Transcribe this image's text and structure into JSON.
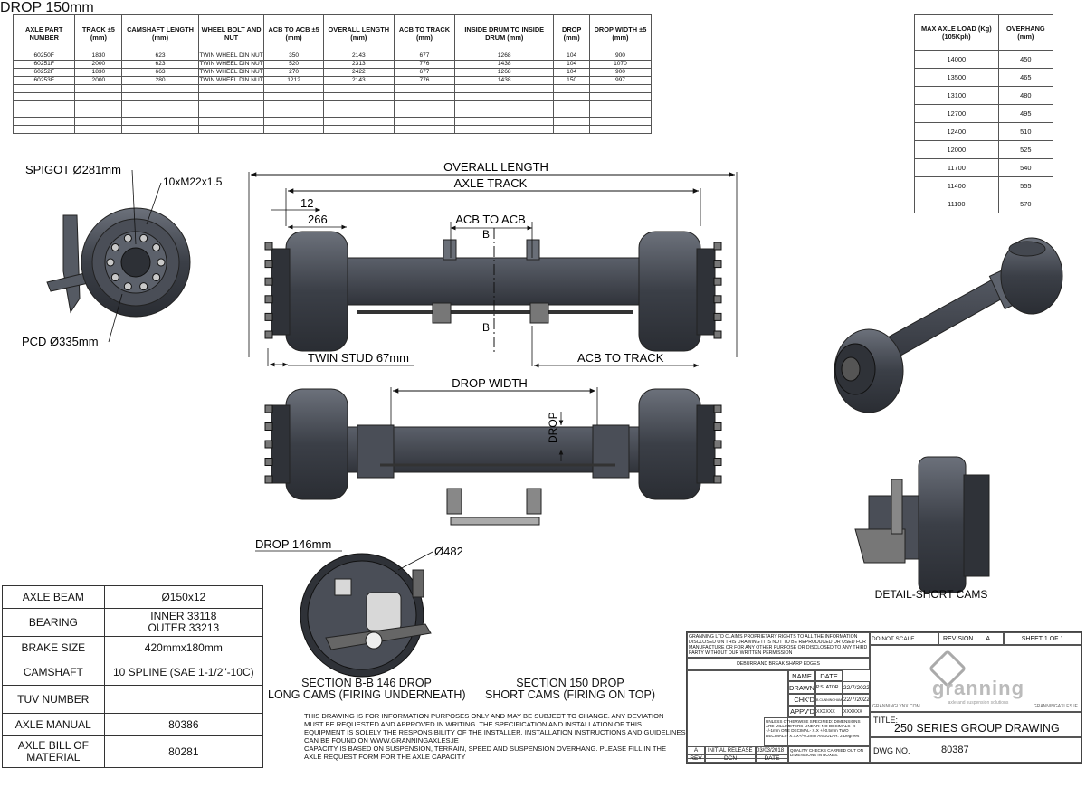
{
  "parts_table": {
    "headers": [
      "AXLE PART NUMBER",
      "TRACK ±5 (mm)",
      "CAMSHAFT LENGTH (mm)",
      "WHEEL BOLT AND NUT",
      "ACB TO ACB ±5 (mm)",
      "OVERALL LENGTH (mm)",
      "ACB TO TRACK (mm)",
      "INSIDE DRUM TO INSIDE DRUM (mm)",
      "DROP (mm)",
      "DROP WIDTH ±5 (mm)"
    ],
    "rows": [
      [
        "60250F",
        "1830",
        "623",
        "TWIN WHEEL DIN NUT",
        "350",
        "2143",
        "677",
        "1268",
        "104",
        "900"
      ],
      [
        "60251F",
        "2000",
        "623",
        "TWIN WHEEL DIN NUT",
        "520",
        "2313",
        "776",
        "1438",
        "104",
        "1070"
      ],
      [
        "60252F",
        "1830",
        "663",
        "TWIN WHEEL DIN NUT",
        "270",
        "2422",
        "677",
        "1268",
        "104",
        "900"
      ],
      [
        "60253F",
        "2000",
        "280",
        "TWIN WHEEL DIN NUT",
        "1212",
        "2143",
        "776",
        "1438",
        "150",
        "997"
      ]
    ]
  },
  "load_table": {
    "headers": [
      "MAX AXLE LOAD (Kg) (105Kph)",
      "OVERHANG (mm)"
    ],
    "rows": [
      [
        "14000",
        "450"
      ],
      [
        "13500",
        "465"
      ],
      [
        "13100",
        "480"
      ],
      [
        "12700",
        "495"
      ],
      [
        "12400",
        "510"
      ],
      [
        "12000",
        "525"
      ],
      [
        "11700",
        "540"
      ],
      [
        "11400",
        "555"
      ],
      [
        "11100",
        "570"
      ]
    ]
  },
  "spec_table": {
    "rows": [
      [
        "AXLE BEAM",
        "Ø150x12"
      ],
      [
        "BEARING",
        "INNER 33118\nOUTER 33213"
      ],
      [
        "BRAKE SIZE",
        "420mmx180mm"
      ],
      [
        "CAMSHAFT",
        "10 SPLINE (SAE 1-1/2\"-10C)"
      ],
      [
        "TUV NUMBER",
        ""
      ],
      [
        "AXLE MANUAL",
        "80386"
      ],
      [
        "AXLE BILL OF MATERIAL",
        "80281"
      ]
    ]
  },
  "labels": {
    "spigot": "SPIGOT Ø281mm",
    "studs": "10xM22x1.5",
    "pcd": "PCD Ø335mm",
    "overall_length": "OVERALL LENGTH",
    "axle_track": "AXLE TRACK",
    "dim_12": "12",
    "dim_266": "266",
    "acb_to_acb": "ACB TO ACB",
    "section_b": "B",
    "twin_stud": "TWIN STUD 67mm",
    "acb_to_track": "ACB TO TRACK",
    "drop_width": "DROP WIDTH",
    "drop": "DROP",
    "drop_146": "DROP 146mm",
    "diameter_482": "Ø482",
    "drop_150": "DROP 150mm",
    "section_bb_1": "SECTION B-B 146 DROP",
    "section_bb_2": "LONG CAMS (FIRING UNDERNEATH)",
    "section_150_1": "SECTION 150 DROP",
    "section_150_2": "SHORT CAMS (FIRING ON TOP)",
    "detail_short_cams": "DETAIL-SHORT CAMS"
  },
  "note_lines": [
    "THIS DRAWING IS FOR INFORMATION PURPOSES ONLY AND MAY BE SUBJECT TO CHANGE. ANY DEVIATION",
    "MUST BE REQUESTED AND APPROVED IN WRITING. THE SPECIFICATION AND INSTALLATION OF THIS",
    "EQUIPMENT IS SOLELY THE RESPONSIBILITY OF THE INSTALLER. INSTALLATION INSTRUCTIONS AND GUIDELINES",
    "CAN BE FOUND ON WWW.GRANNINGAXLES.IE",
    "CAPACITY IS BASED ON SUSPENSION, TERRAIN, SPEED AND SUSPENSION OVERHANG. PLEASE FILL IN THE",
    "AXLE REQUEST FORM FOR THE AXLE CAPACITY"
  ],
  "title_block": {
    "proprietary": "GRANNING LTD CLAIMS PROPRIETARY RIGHTS TO ALL THE INFORMATION DISCLOSED ON THIS DRAWING IT IS NOT TO BE REPRODUCED OR USED FOR MANUFACTURE OR FOR ANY OTHER PURPOSE OR DISCLOSED TO ANY THIRD PARTY WITHOUT OUR WRITTEN PERMISSION",
    "deburr": "DEBURR AND BREAK SHARP EDGES",
    "name_hdr": "NAME",
    "date_hdr": "DATE",
    "drawn_label": "DRAWN",
    "drawn_name": "P.SLATOR",
    "drawn_date": "22/7/2022",
    "chkd_label": "CHK'D",
    "chkd_name": "B.CUNNINGHAM",
    "chkd_date": "22/7/2022",
    "appvd_label": "APPV'D",
    "appvd_name": "XXXXXX",
    "appvd_date": "XXXXXX",
    "tolerances": "UNLESS OTHERWISE SPECIFIED: DIMENSIONS ARE MILLIMETERS LINEAR: NO DECIMALS- X +/-1mm ONE DECIMAL- X.X +/-0.5mm TWO DECIMALS- X.XX+/-0.2mm ANGULAR: 2 Degrees",
    "quality": "QUALITY CHECKS CARRIED OUT ON DIMENSIONS IN BOXES.",
    "rev_a": "A",
    "initial_release": "INITIAL RELEASE",
    "release_date": "03/03/2018",
    "rev_label": "REV",
    "dcn_label": "DCN",
    "date_label": "DATE",
    "do_not_scale": "DO NOT SCALE DRAWING",
    "revision_label": "REVISION",
    "revision_value": "A",
    "sheet": "SHEET 1 OF 1",
    "logo_text": "granning",
    "logo_tagline": "axle and suspension solutions",
    "url_left": "GRANNINGLYNX.COM",
    "url_right": "GRANNINGAXLES.IE",
    "title_label": "TITLE:",
    "title_value": "250 SERIES GROUP DRAWING",
    "dwg_label": "DWG NO.",
    "dwg_value": "80387"
  },
  "colors": {
    "metal": "#3b3f47",
    "metal_light": "#8a8f99",
    "line": "#222222"
  }
}
